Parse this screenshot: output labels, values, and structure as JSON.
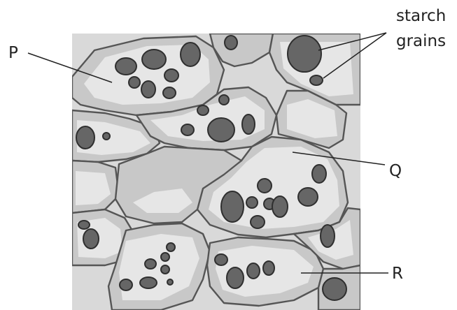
{
  "diagram": {
    "labels": {
      "p": "P",
      "q": "Q",
      "r": "R",
      "starch_line1": "starch",
      "starch_line2": "grains"
    },
    "colors": {
      "background_tissue": "#d9d9d9",
      "cell_fill": "#c8c8c8",
      "cell_highlight": "#e6e6e6",
      "cell_wall": "#555555",
      "starch_grain": "#666666",
      "leader_line": "#222222"
    }
  }
}
